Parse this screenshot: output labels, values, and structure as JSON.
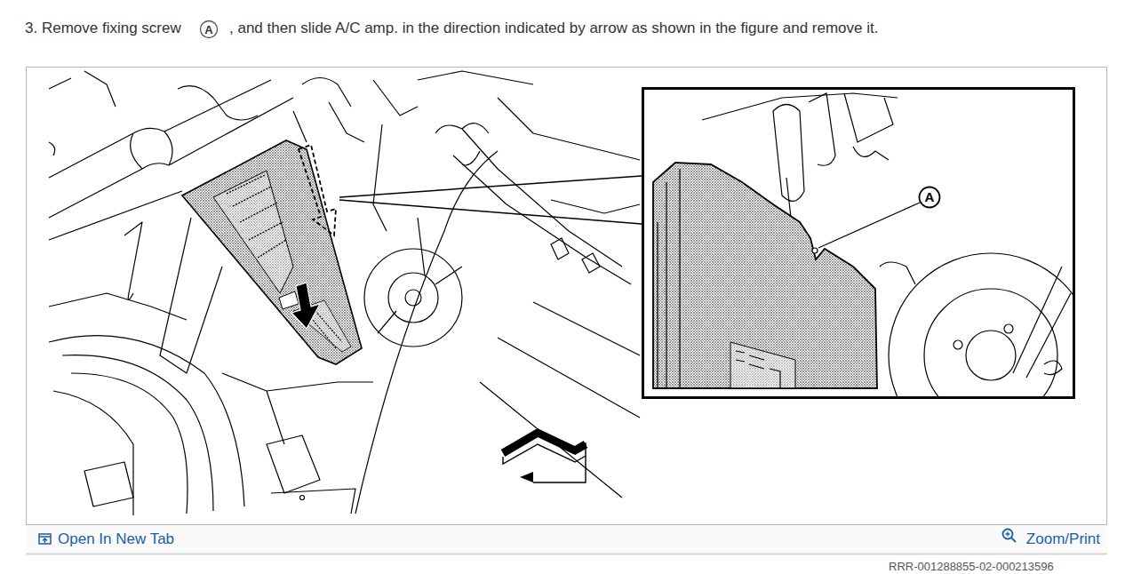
{
  "diagram": {
    "nodes": [
      {
        "text": [
          "A"
        ]
      }
    ],
    "labels": [
      "3. Remove fixing screw",
      "A",
      ", and then slide A/C amp. in the direction indicated by arrow as shown in the figure and remove it.",
      "Open In New Tab",
      "Zoom/Print",
      "RRR-001288855-02-000213596"
    ]
  }
}
